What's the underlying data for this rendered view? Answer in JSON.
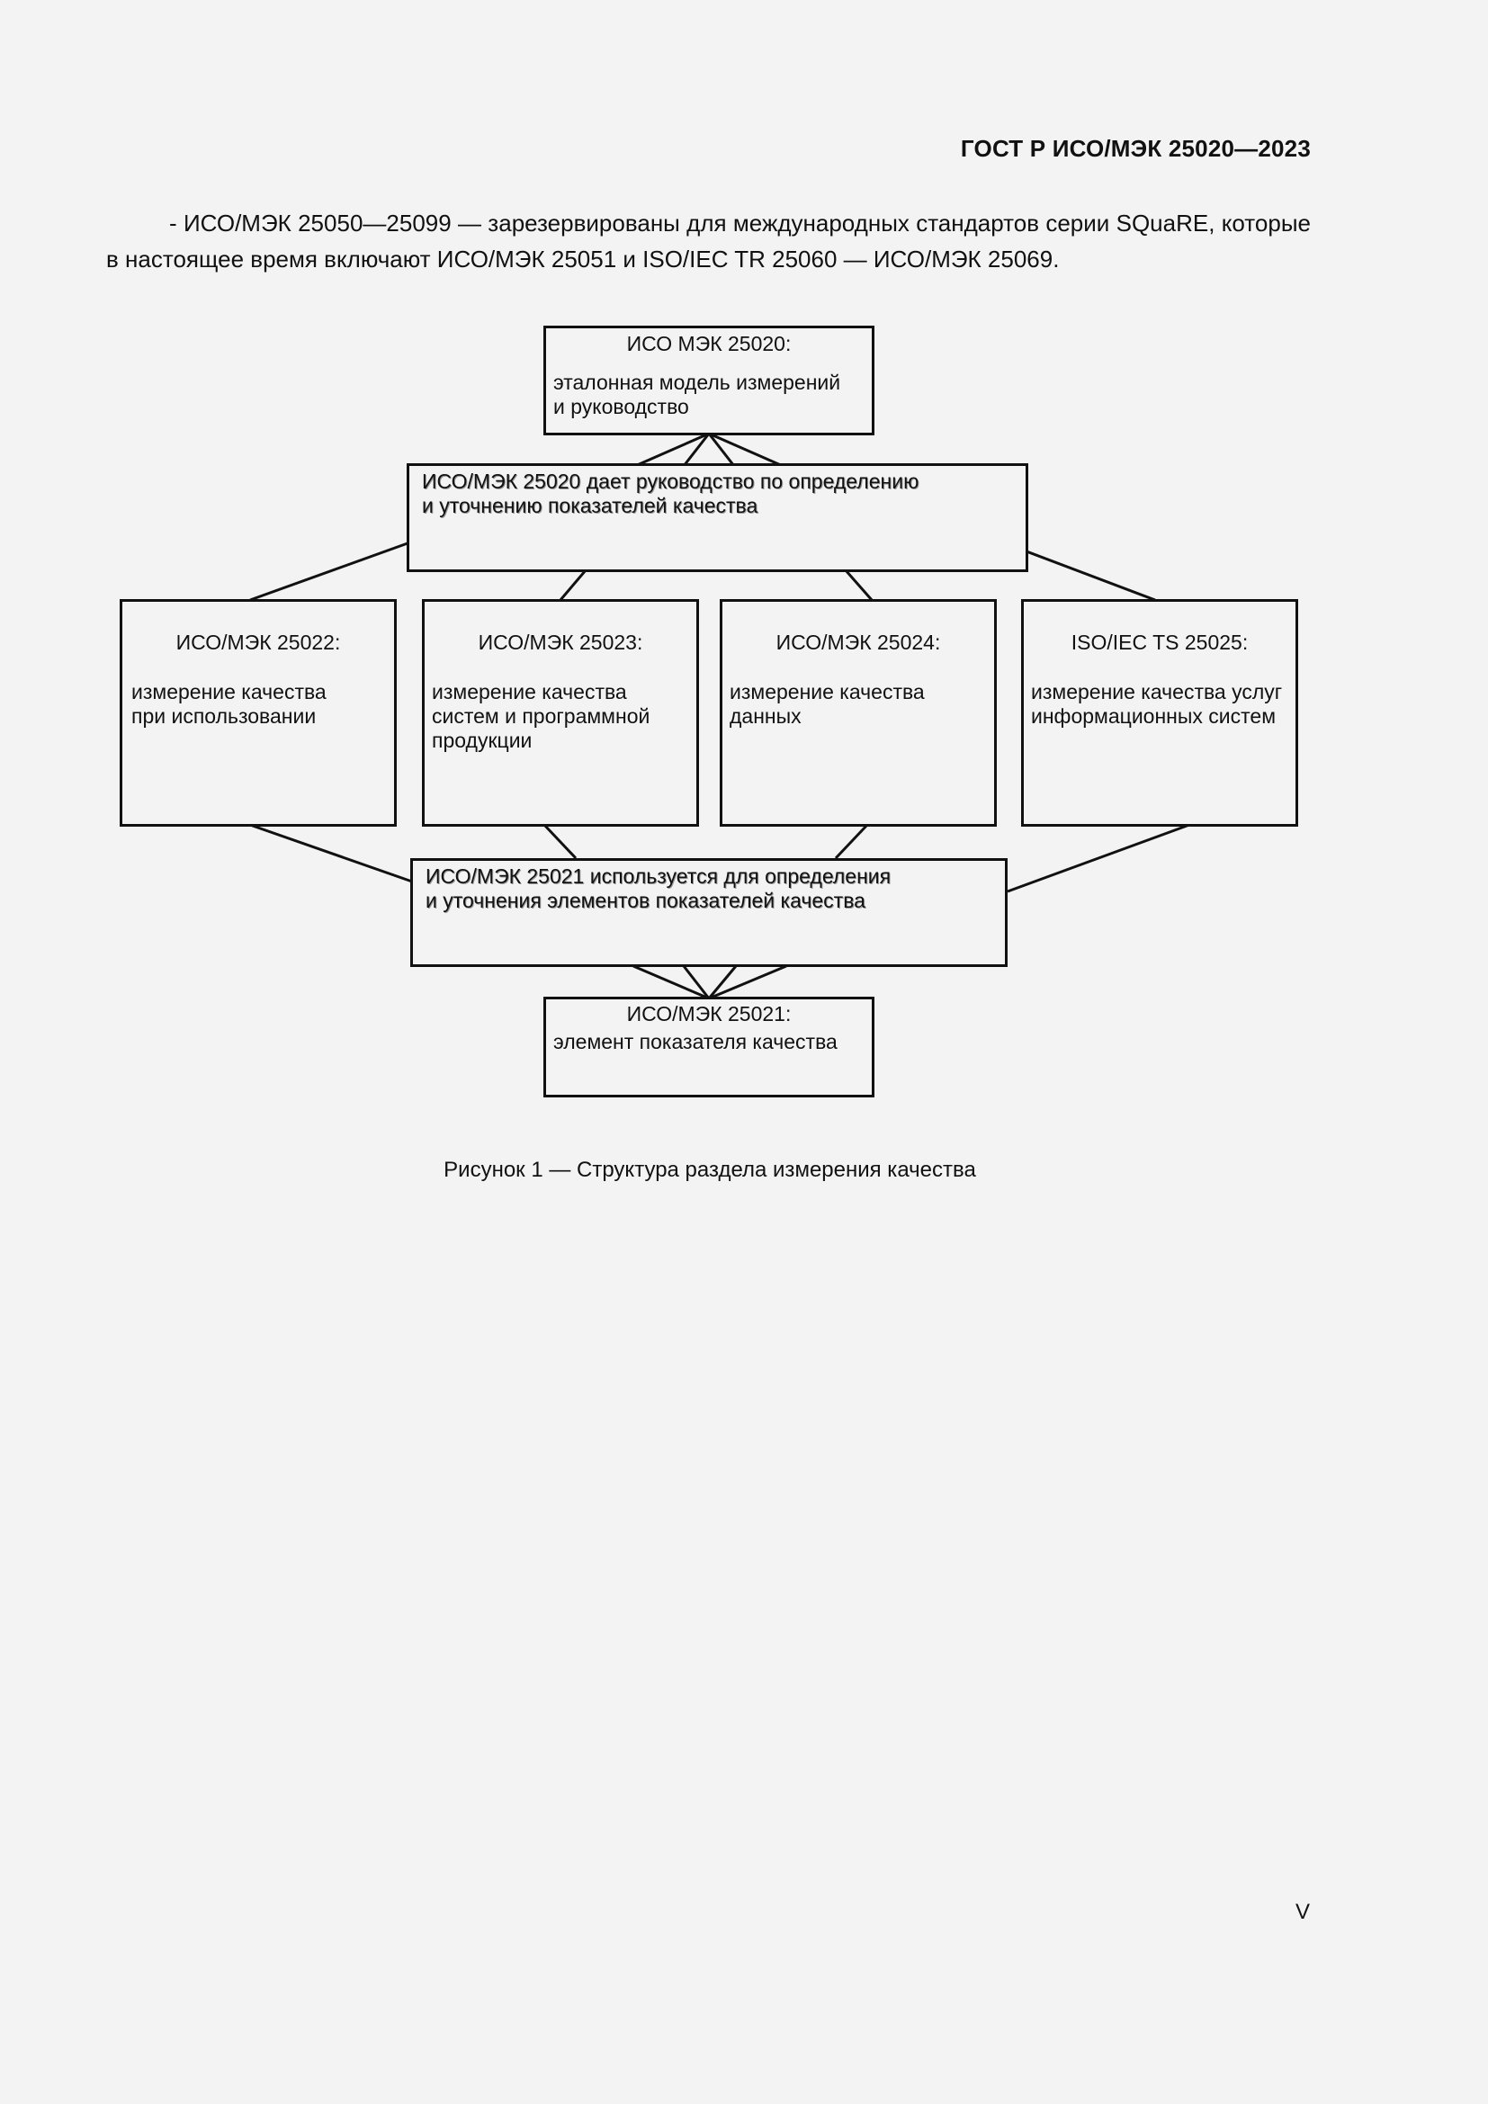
{
  "header": {
    "standard": "ГОСТ Р ИСО/МЭК 25020—2023"
  },
  "intro": {
    "text": "- ИСО/МЭК 25050—25099 — зарезервированы для международных стандартов серии SQuaRE, которые в настоящее время включают ИСО/МЭК 25051 и ISO/IEC TR 25060 — ИСО/МЭК 25069."
  },
  "diagram": {
    "top_box": {
      "title": "ИСО МЭК 25020:",
      "body": "эталонная модель измерений\nи руководство"
    },
    "upper_banner": "ИСО/МЭК 25020 дает руководство по определению\nи уточнению показателей качества",
    "boxes": [
      {
        "title": "ИСО/МЭК 25022:",
        "body": "измерение качества\nпри использовании"
      },
      {
        "title": "ИСО/МЭК 25023:",
        "body": "измерение качества\nсистем и программной\nпродукции"
      },
      {
        "title": "ИСО/МЭК 25024:",
        "body": "измерение качества\nданных"
      },
      {
        "title": "ISO/IEC TS 25025:",
        "body": "измерение качества услуг\nинформационных систем"
      }
    ],
    "lower_banner": "ИСО/МЭК 25021 используется для определения\nи уточнения элементов показателей качества",
    "bottom_box": {
      "title": "ИСО/МЭК 25021:",
      "body": "элемент показателя качества"
    }
  },
  "caption": "Рисунок 1 — Структура раздела измерения качества",
  "page_number": "V"
}
